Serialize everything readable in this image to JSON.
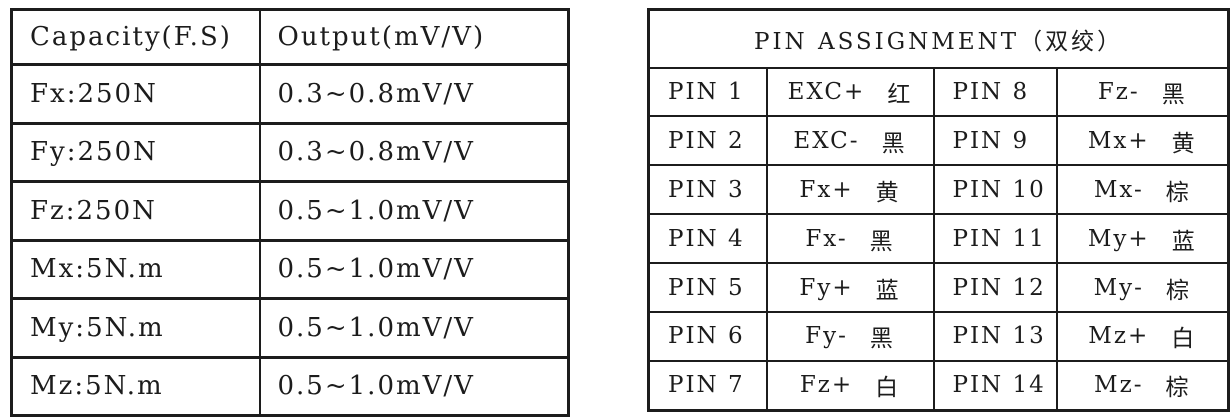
{
  "capacity_table": {
    "headers": [
      "Capacity(F.S)",
      "Output(mV/V)"
    ],
    "rows": [
      {
        "capacity": "Fx:250N",
        "output": "0.3~0.8mV/V"
      },
      {
        "capacity": "Fy:250N",
        "output": "0.3~0.8mV/V"
      },
      {
        "capacity": "Fz:250N",
        "output": "0.5~1.0mV/V"
      },
      {
        "capacity": "Mx:5N.m",
        "output": "0.5~1.0mV/V"
      },
      {
        "capacity": "My:5N.m",
        "output": "0.5~1.0mV/V"
      },
      {
        "capacity": "Mz:5N.m",
        "output": "0.5~1.0mV/V"
      }
    ]
  },
  "pin_table": {
    "title": "PIN ASSIGNMENT（双绞）",
    "rows": [
      {
        "pin_l": "PIN 1",
        "signal_l": "EXC+",
        "color_l": "红",
        "pin_r": "PIN 8",
        "signal_r": "Fz-",
        "color_r": "黑"
      },
      {
        "pin_l": "PIN 2",
        "signal_l": "EXC-",
        "color_l": "黑",
        "pin_r": "PIN 9",
        "signal_r": "Mx+",
        "color_r": "黄"
      },
      {
        "pin_l": "PIN 3",
        "signal_l": "Fx+",
        "color_l": "黄",
        "pin_r": "PIN 10",
        "signal_r": "Mx-",
        "color_r": "棕"
      },
      {
        "pin_l": "PIN 4",
        "signal_l": "Fx-",
        "color_l": "黑",
        "pin_r": "PIN 11",
        "signal_r": "My+",
        "color_r": "蓝"
      },
      {
        "pin_l": "PIN 5",
        "signal_l": "Fy+",
        "color_l": "蓝",
        "pin_r": "PIN 12",
        "signal_r": "My-",
        "color_r": "棕"
      },
      {
        "pin_l": "PIN 6",
        "signal_l": "Fy-",
        "color_l": "黑",
        "pin_r": "PIN 13",
        "signal_r": "Mz+",
        "color_r": "白"
      },
      {
        "pin_l": "PIN 7",
        "signal_l": "Fz+",
        "color_l": "白",
        "pin_r": "PIN 14",
        "signal_r": "Mz-",
        "color_r": "棕"
      }
    ]
  },
  "colors": {
    "ink": "#1c1c1c",
    "background": "#ffffff"
  }
}
